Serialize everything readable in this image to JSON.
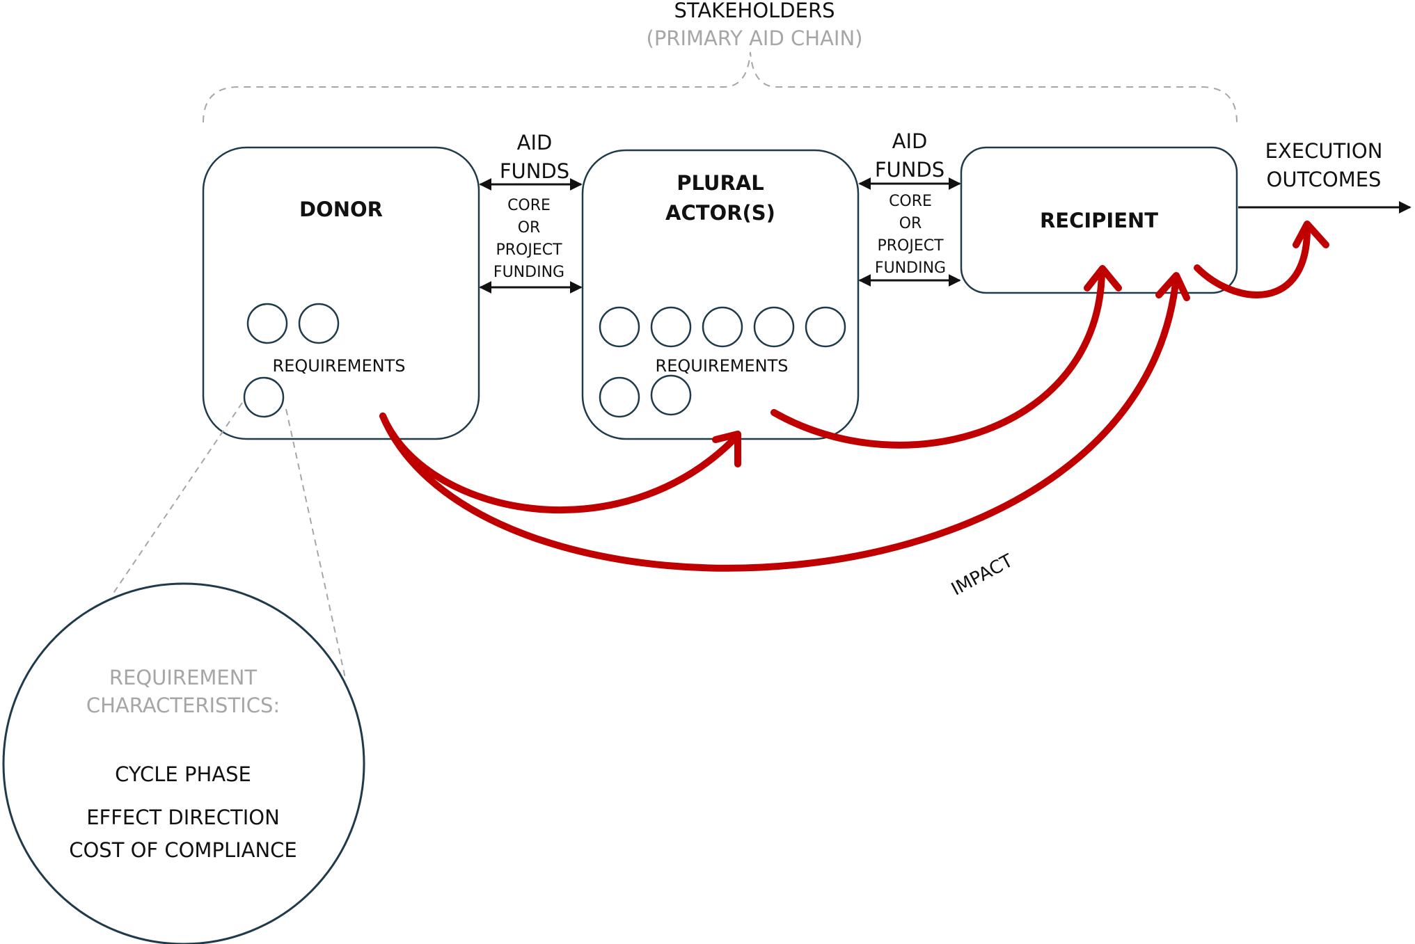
{
  "header": {
    "title": "STAKEHOLDERS",
    "subtitle": "(PRIMARY AID CHAIN)"
  },
  "nodes": {
    "donor": {
      "label": "DONOR",
      "requirements_label": "REQUIREMENTS"
    },
    "plural_actors": {
      "label_line1": "PLURAL",
      "label_line2": "ACTOR(S)",
      "requirements_label": "REQUIREMENTS"
    },
    "recipient": {
      "label": "RECIPIENT"
    }
  },
  "flows": {
    "donor_to_actors": {
      "title_line1": "AID",
      "title_line2": "FUNDS",
      "detail": [
        "CORE",
        "OR",
        "PROJECT",
        "FUNDING"
      ]
    },
    "actors_to_recipient": {
      "title_line1": "AID",
      "title_line2": "FUNDS",
      "detail": [
        "CORE",
        "OR",
        "PROJECT",
        "FUNDING"
      ]
    },
    "execution": {
      "line1": "EXECUTION",
      "line2": "OUTCOMES"
    },
    "impact_label": "IMPACT"
  },
  "zoom_detail": {
    "heading_line1": "REQUIREMENT",
    "heading_line2": "CHARACTERISTICS:",
    "items": [
      "CYCLE PHASE",
      "EFFECT DIRECTION",
      "COST OF COMPLIANCE"
    ]
  },
  "colors": {
    "box_stroke": "#1f3a4a",
    "impact_arrow": "#c00000",
    "muted_text": "#a6a6a6",
    "dashed_line": "#a6a6a6"
  }
}
